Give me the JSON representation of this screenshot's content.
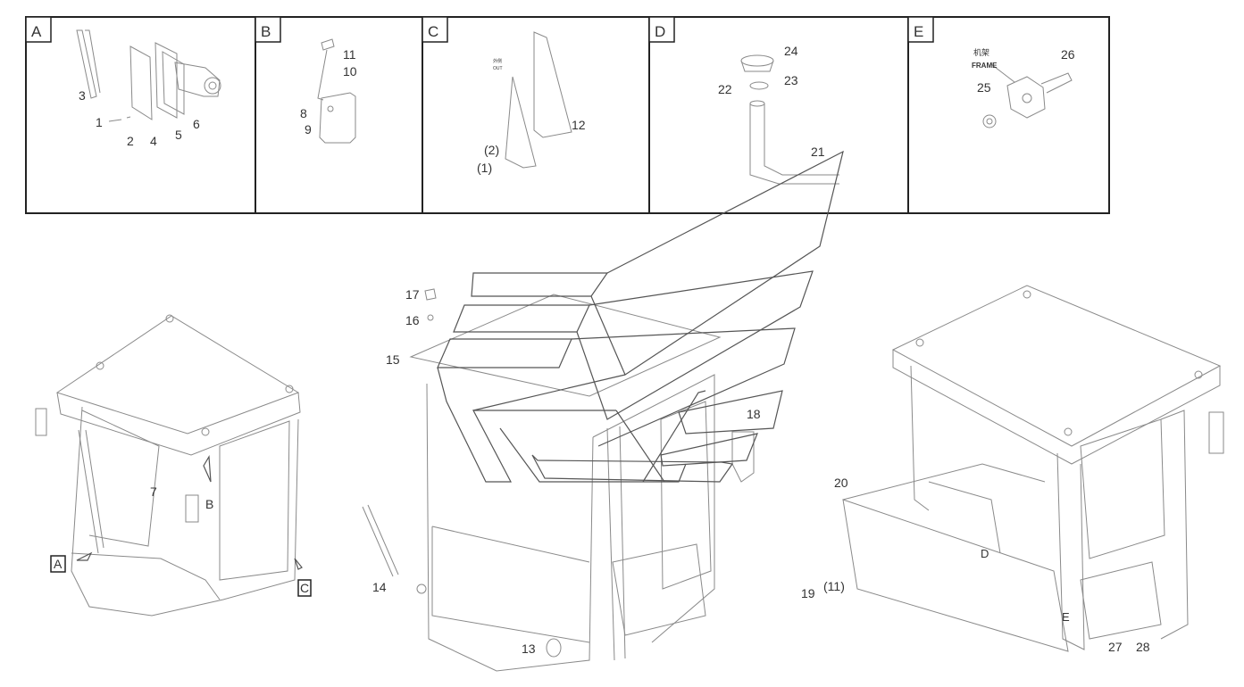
{
  "panels": [
    {
      "id": "panel-a",
      "label": "A"
    },
    {
      "id": "panel-b",
      "label": "B"
    },
    {
      "id": "panel-c",
      "label": "C"
    },
    {
      "id": "panel-d",
      "label": "D"
    },
    {
      "id": "panel-e",
      "label": "E"
    }
  ],
  "callouts": {
    "p1": "1",
    "p2": "2",
    "p3": "3",
    "p4": "4",
    "p5": "5",
    "p6": "6",
    "p7": "7",
    "p8": "8",
    "p9": "9",
    "p10": "10",
    "p11": "11",
    "p12": "12",
    "p13": "13",
    "p14": "14",
    "p15": "15",
    "p16": "16",
    "p17": "17",
    "p18": "18",
    "p19": "19",
    "p20": "20",
    "p21": "21",
    "p22": "22",
    "p23": "23",
    "p24": "24",
    "p25": "25",
    "p26": "26",
    "p27": "27",
    "p28": "28",
    "c2": "(2)",
    "c1": "(1)",
    "c11": "(11)"
  },
  "view_markers": {
    "left_a": "A",
    "left_b": "B",
    "left_c": "C",
    "right_d": "D",
    "right_e": "E"
  },
  "small_text": {
    "frame_cn": "机架",
    "frame_en": "FRAME",
    "c_tiny1": "外侧",
    "c_tiny2": "OUT"
  }
}
